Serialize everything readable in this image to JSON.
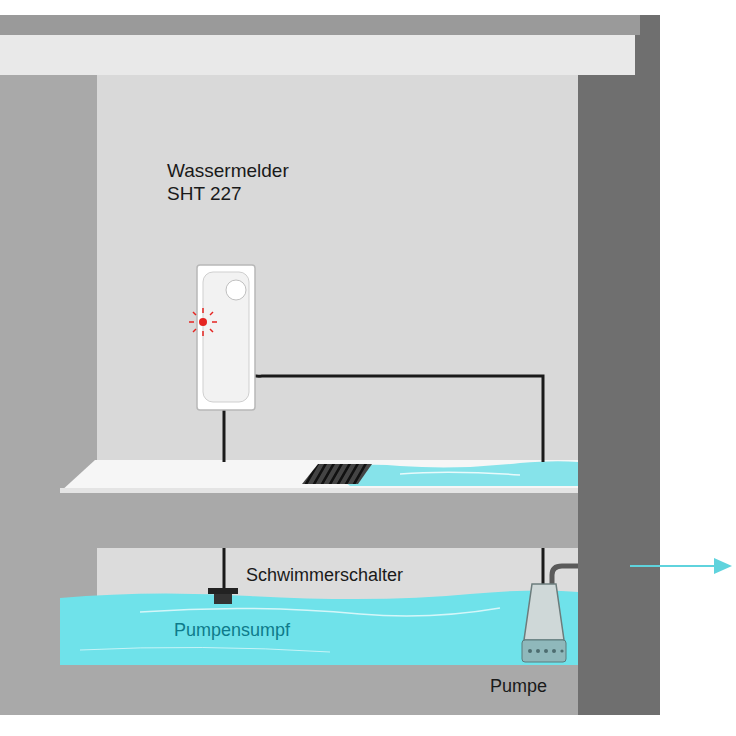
{
  "diagram": {
    "labels": [
      "Wassermelder SHT 227",
      "Schwimmerschalter",
      "Pumpensumpf",
      "Pumpe"
    ]
  }
}
